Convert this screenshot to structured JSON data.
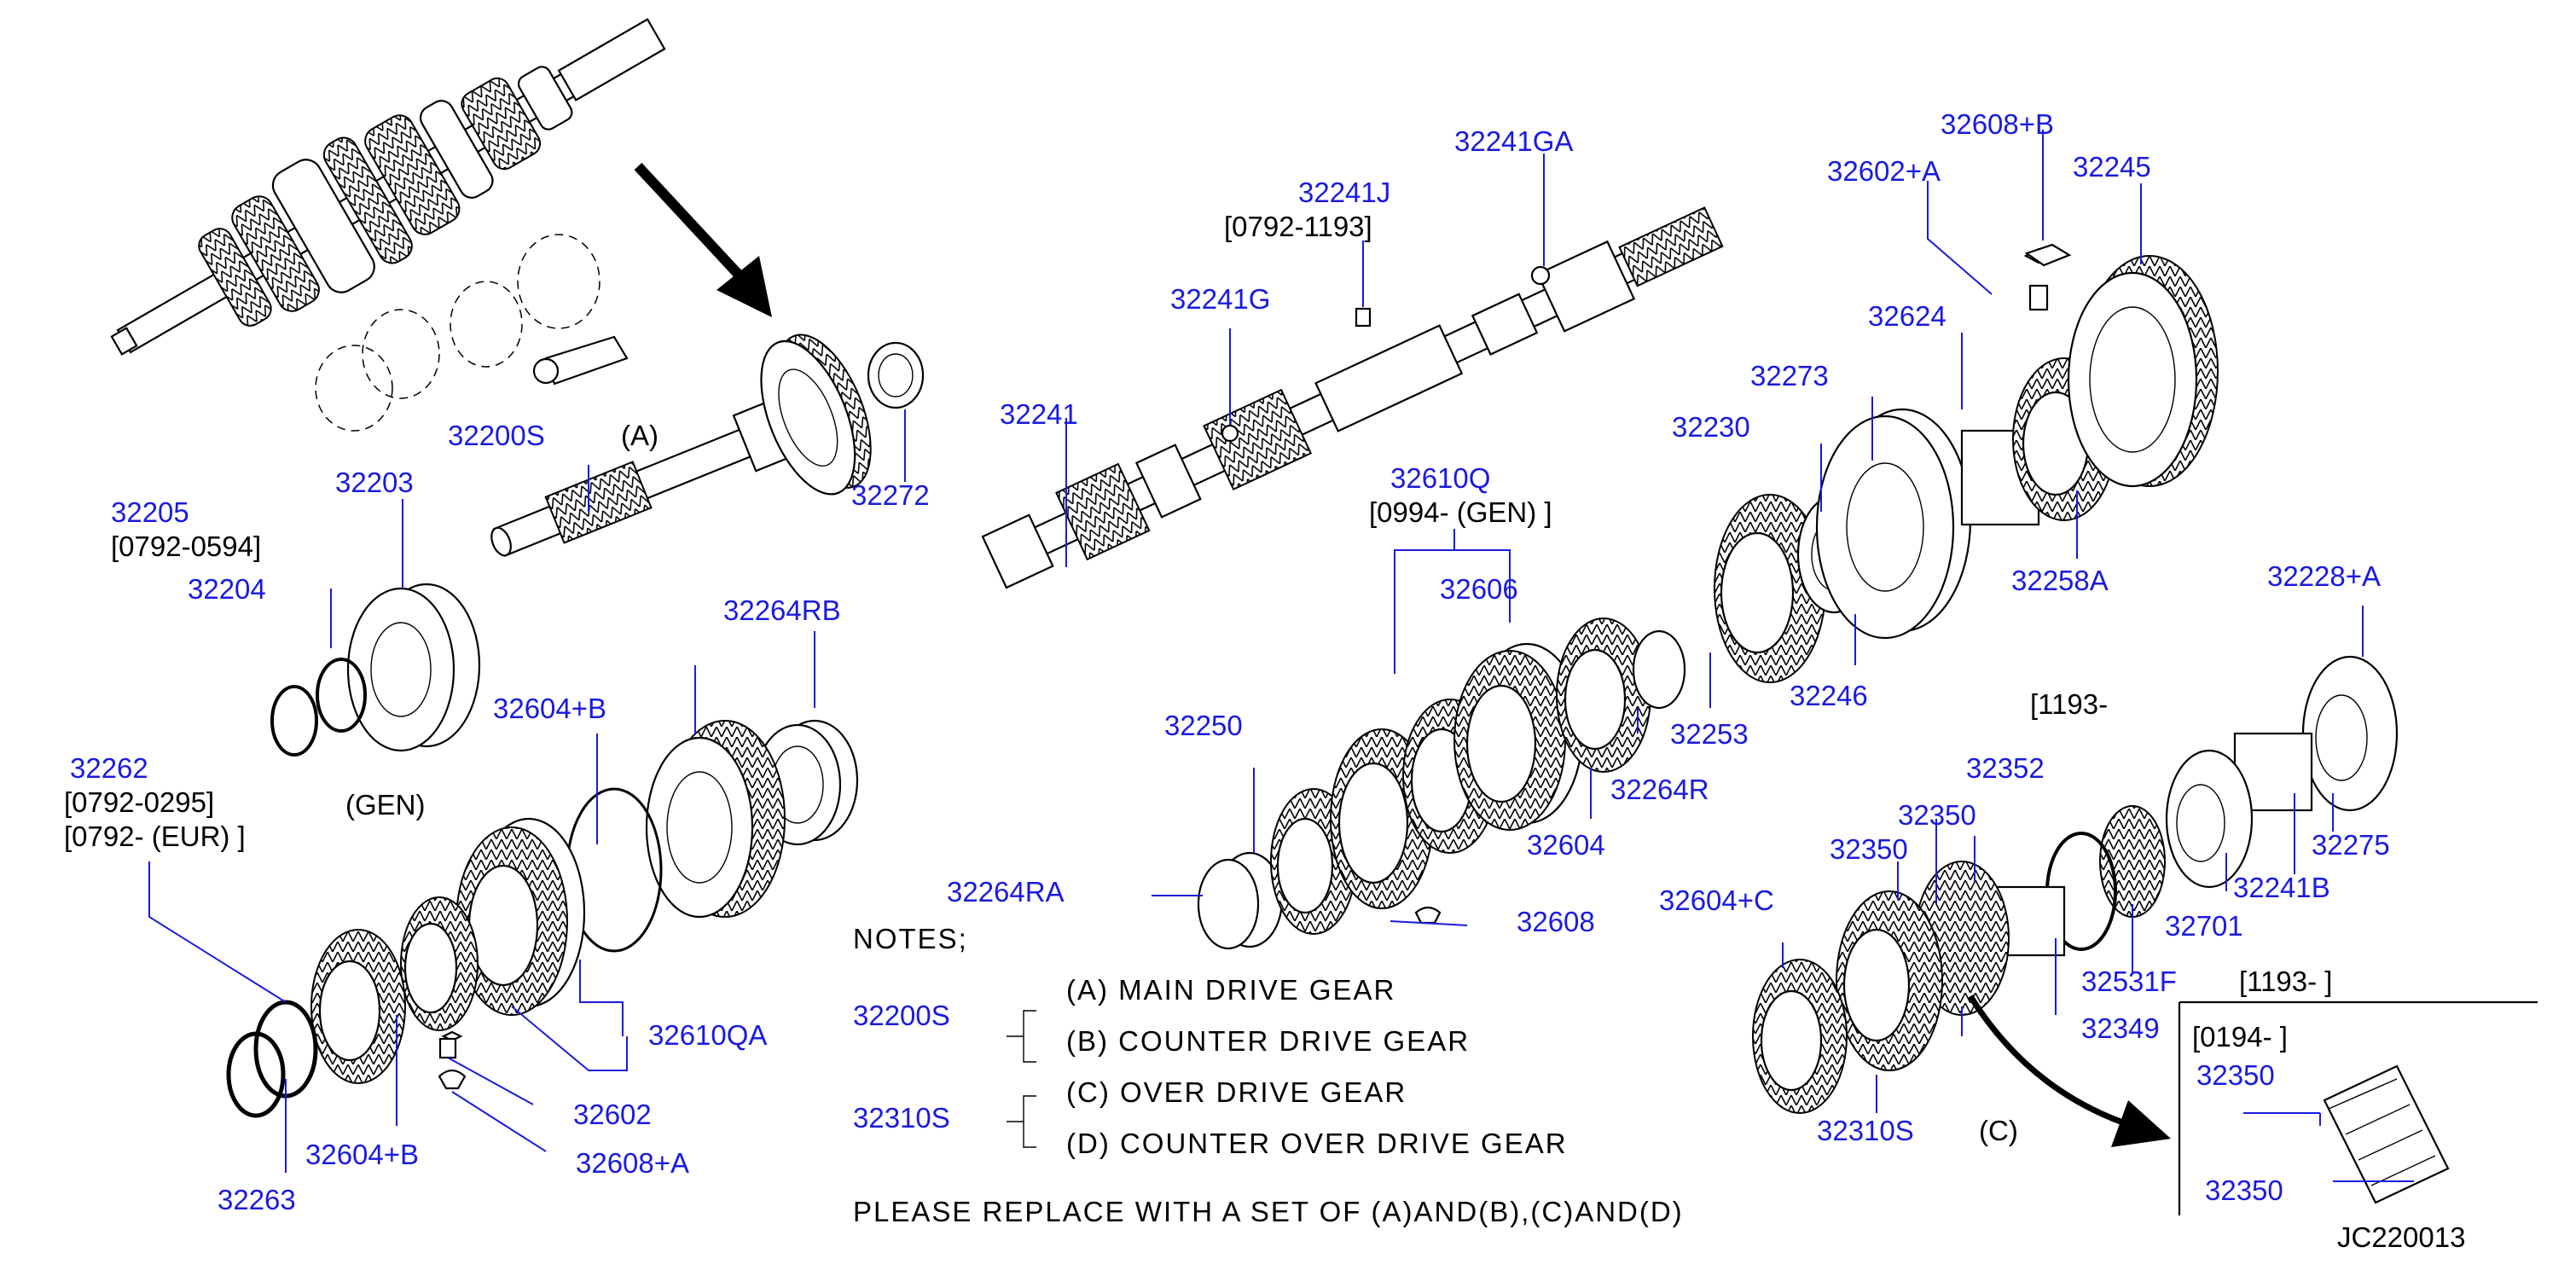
{
  "colors": {
    "part_label": "#1a1ae0",
    "text": "#000000",
    "background": "#ffffff"
  },
  "diagram_code": "JC220013",
  "callouts": {
    "a": "(A)",
    "b": "(C)",
    "gen": "(GEN)"
  },
  "parts": {
    "p32205": "32205",
    "p32205_range": "[0792-0594]",
    "p32203": "32203",
    "p32200s": "32200S",
    "p32204": "32204",
    "p32272": "32272",
    "p32264rb": "32264RB",
    "p32604b_top": "32604+B",
    "p32262": "32262",
    "p32262_range1": "[0792-0295]",
    "p32262_range2": "[0792-  (EUR)  ]",
    "p32610qa": "32610QA",
    "p32602": "32602",
    "p32608a": "32608+A",
    "p32604b_bottom": "32604+B",
    "p32263": "32263",
    "p32241": "32241",
    "p32241g": "32241G",
    "p32241j": "32241J",
    "p32241j_range": "[0792-1193]",
    "p32241ga": "32241GA",
    "p32610q": "32610Q",
    "p32610q_range": "[0994-  (GEN)  ]",
    "p32606": "32606",
    "p32250": "32250",
    "p32264ra": "32264RA",
    "p32604": "32604",
    "p32264r": "32264R",
    "p32253": "32253",
    "p32608": "32608",
    "p32230": "32230",
    "p32273": "32273",
    "p32246": "32246",
    "p32624": "32624",
    "p32602a": "32602+A",
    "p32608b": "32608+B",
    "p32245": "32245",
    "p32258a": "32258A",
    "p32228a": "32228+A",
    "p32275": "32275",
    "p32241b": "32241B",
    "p32701": "32701",
    "p32531f": "32531F",
    "p32349": "32349",
    "p32352": "32352",
    "p32350_a": "32350",
    "p32350_b": "32350",
    "p32604c": "32604+C",
    "p32310s": "32310S",
    "range_1193": "[1193-",
    "range_1193_box": "[1193-                         ]",
    "range_0194": "[0194-                    ]",
    "p32350_c": "32350",
    "p32350_d": "32350"
  },
  "notes": {
    "heading": "NOTES;",
    "set1_part": "32200S",
    "set1_a": "(A)   MAIN   DRIVE   GEAR",
    "set1_b": "(B)   COUNTER   DRIVE   GEAR",
    "set2_part": "32310S",
    "set2_c": "(C)   OVER   DRIVE   GEAR",
    "set2_d": "(D)   COUNTER   OVER   DRIVE   GEAR",
    "replace": "PLEASE   REPLACE   WITH   A   SET   OF   (A)AND(B),(C)AND(D)"
  }
}
